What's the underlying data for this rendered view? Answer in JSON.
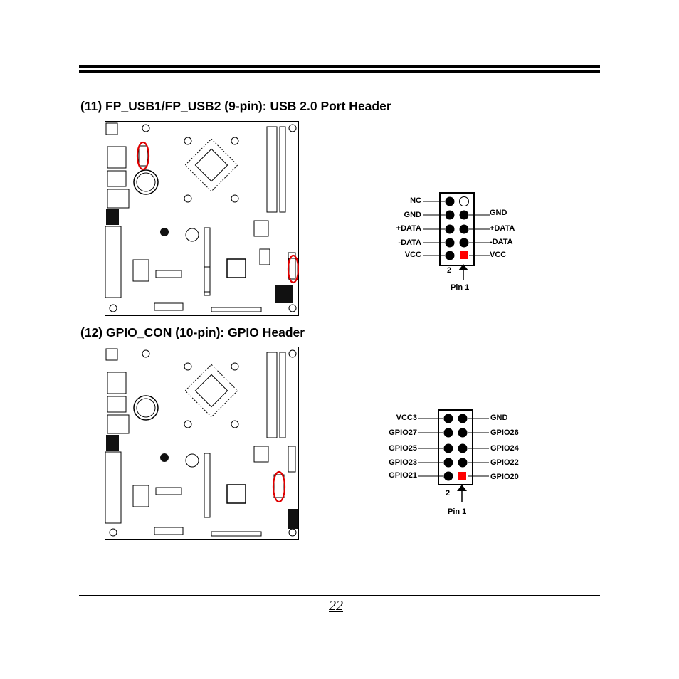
{
  "page_number": "22",
  "sections": [
    {
      "heading": "(11) FP_USB1/FP_USB2 (9-pin): USB 2.0 Port Header",
      "left_labels": [
        "NC",
        "GND",
        "+DATA",
        "-DATA",
        "VCC"
      ],
      "right_labels": [
        "",
        "GND",
        "+DATA",
        "-DATA",
        "VCC"
      ],
      "pin2_label": "2",
      "pin1_label": "Pin 1"
    },
    {
      "heading": "(12) GPIO_CON (10-pin): GPIO Header",
      "left_labels": [
        "VCC3",
        "GPIO27",
        "GPIO25",
        "GPIO23",
        "GPIO21"
      ],
      "right_labels": [
        "GND",
        "GPIO26",
        "GPIO24",
        "GPIO22",
        "GPIO20"
      ],
      "pin2_label": "2",
      "pin1_label": "Pin 1"
    }
  ],
  "colors": {
    "pin1_marker": "#ff0000",
    "highlight_ellipse": "#e00000"
  }
}
